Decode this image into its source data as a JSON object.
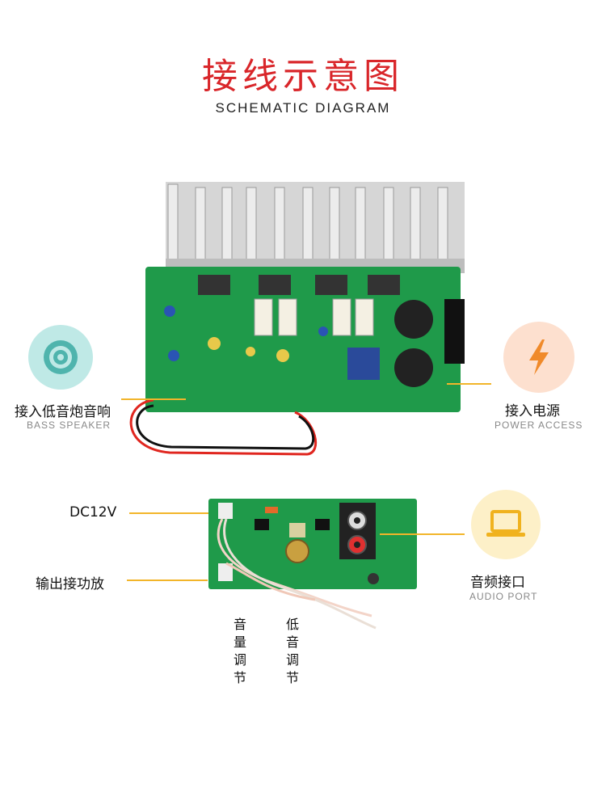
{
  "header": {
    "title_cn": "接线示意图",
    "title_en": "SCHEMATIC DIAGRAM"
  },
  "amp_board": {
    "left_label": {
      "cn": "接入低音炮音响",
      "en": "BASS SPEAKER",
      "icon": "speaker-icon"
    },
    "right_label": {
      "cn": "接入电源",
      "en": "POWER ACCESS",
      "icon": "lightning-icon"
    }
  },
  "control_board": {
    "dc_label": "DC12V",
    "output_label": "输出接功放",
    "audio_label": {
      "cn": "音频接口",
      "en": "AUDIO PORT",
      "icon": "laptop-icon"
    },
    "knob_labels": [
      "音量调节",
      "低音调节"
    ]
  },
  "colors": {
    "title_red": "#d9262a",
    "accent_yellow": "#f2b52a",
    "pcb_green": "#1f9a4a",
    "speaker_circle": "#bfe9e6",
    "power_circle": "#fde0cf",
    "laptop_circle": "#fdf0c8"
  }
}
